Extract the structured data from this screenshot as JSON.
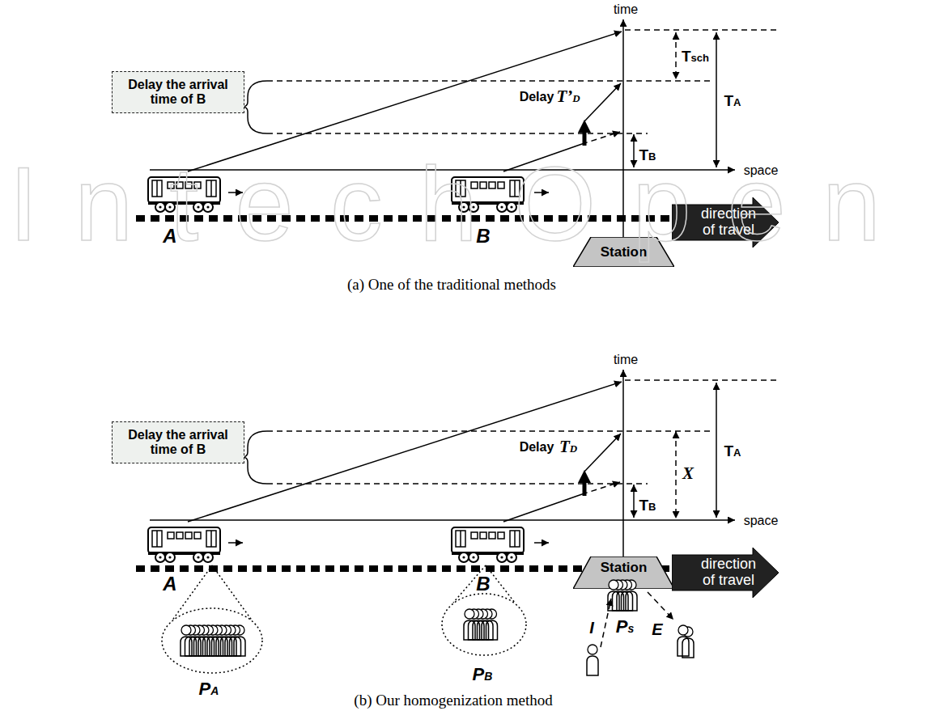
{
  "diagram": {
    "nodes": [
      {
        "text": [
          "Delay the arrival time of B"
        ]
      },
      {
        "text": [
          "Station"
        ]
      },
      {
        "text": [
          "direction of travel"
        ]
      },
      {
        "text": [
          "Delay the arrival time of B"
        ]
      },
      {
        "text": [
          "Station"
        ]
      },
      {
        "text": [
          "direction of travel"
        ]
      }
    ],
    "labels": [
      "time",
      "space",
      "Delay",
      "T’D",
      "Tsch",
      "TA",
      "TB",
      "A",
      "B",
      "(a) One of the traditional methods",
      "IntechOpen",
      "time",
      "space",
      "Delay",
      "TD",
      "X",
      "TA",
      "TB",
      "A",
      "B",
      "PA",
      "PB",
      "I",
      "Ps",
      "E",
      "(b) Our homogenization method"
    ]
  }
}
